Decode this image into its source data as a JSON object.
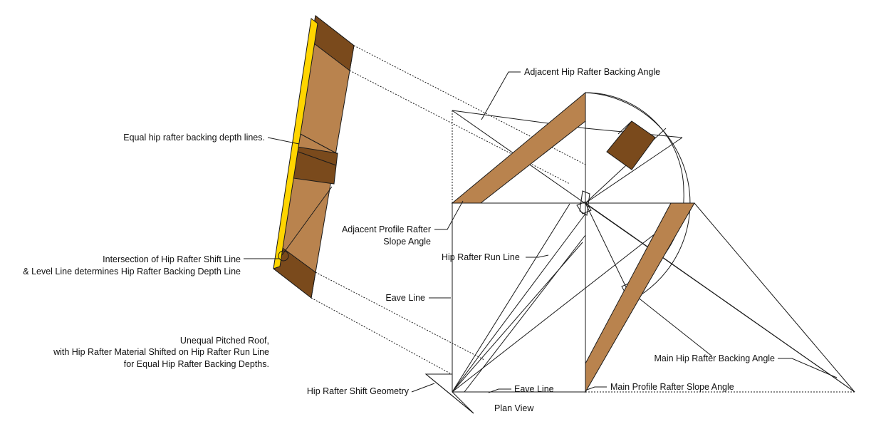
{
  "colors": {
    "wood_face": "#b9834e",
    "wood_end": "#7a4a1c",
    "backing_edge": "#ffd500",
    "line": "#1a1a1a"
  },
  "labels": {
    "adjacent_backing_angle": "Adjacent Hip Rafter Backing Angle",
    "backing_depth_lines": "Equal hip rafter backing depth lines.",
    "adjacent_profile_slope_1": "Adjacent Profile Rafter",
    "adjacent_profile_slope_2": "Slope Angle",
    "hip_run_line": "Hip Rafter Run Line",
    "intersection_1": "Intersection of Hip Rafter Shift Line",
    "intersection_2": "& Level Line determines Hip Rafter Backing Depth Line",
    "eave_line_vertical": "Eave Line",
    "eave_line_bottom": "Eave Line",
    "title_1": "Unequal Pitched Roof,",
    "title_2": "with Hip Rafter Material Shifted on Hip Rafter Run Line",
    "title_3": "for Equal Hip Rafter Backing Depths.",
    "main_backing_angle": "Main Hip Rafter Backing Angle",
    "shift_geometry": "Hip Rafter Shift Geometry",
    "main_profile_slope": "Main Profile Rafter Slope Angle",
    "plan_view": "Plan View"
  }
}
